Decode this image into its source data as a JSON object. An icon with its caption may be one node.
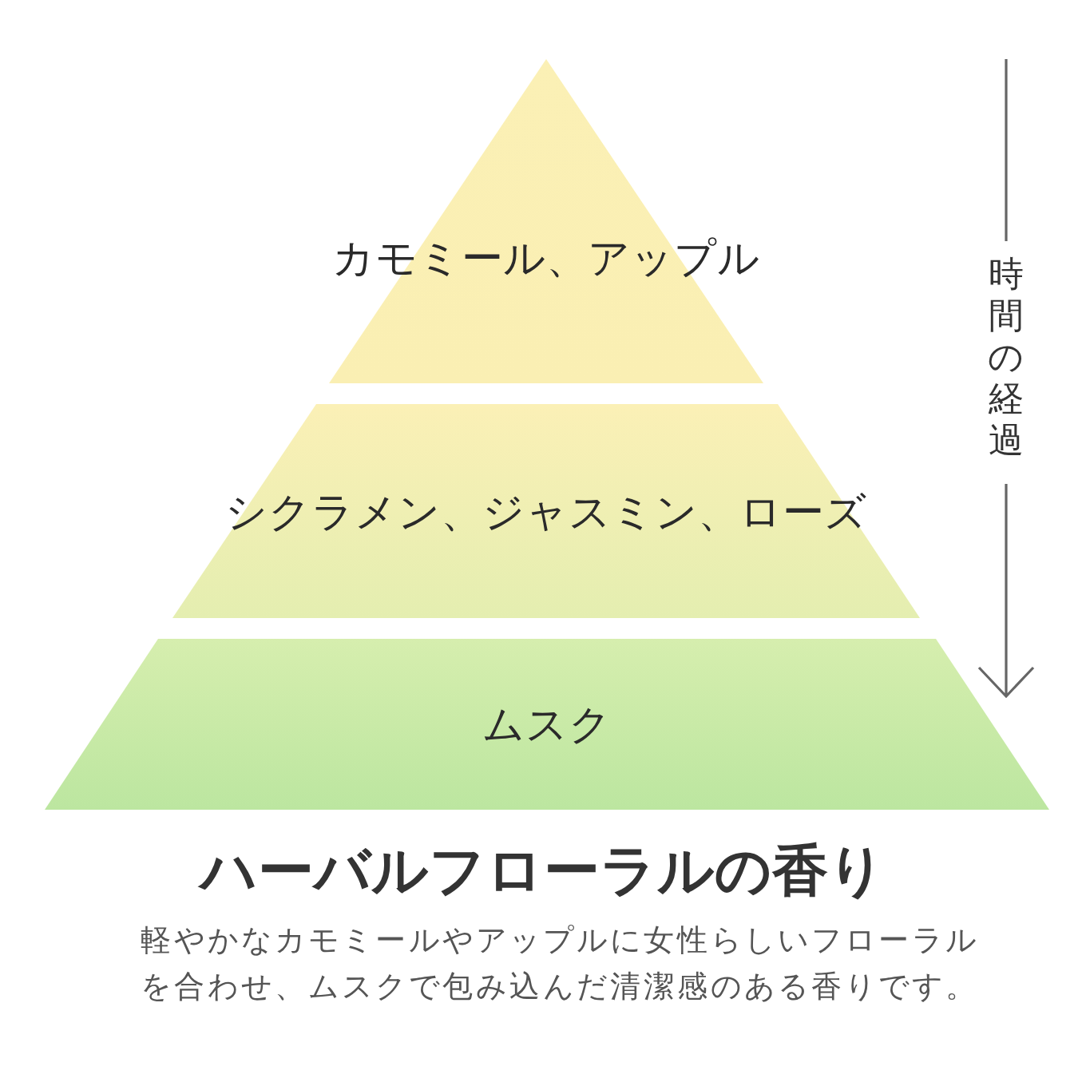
{
  "diagram": {
    "title": "ハーバルフローラルの香り",
    "caption": "軽やかなカモミールやアップルに女性らしいフローラルを合わせ、ムスクで包み込んだ清潔感のある香りです。",
    "nodes": [
      {
        "text": [
          "カモミール、アップル"
        ]
      },
      {
        "text": [
          "シクラメン、ジャスミン、ローズ"
        ]
      },
      {
        "text": [
          "ムスク"
        ]
      }
    ],
    "edges": [],
    "labels": [
      "時間の経過"
    ]
  }
}
